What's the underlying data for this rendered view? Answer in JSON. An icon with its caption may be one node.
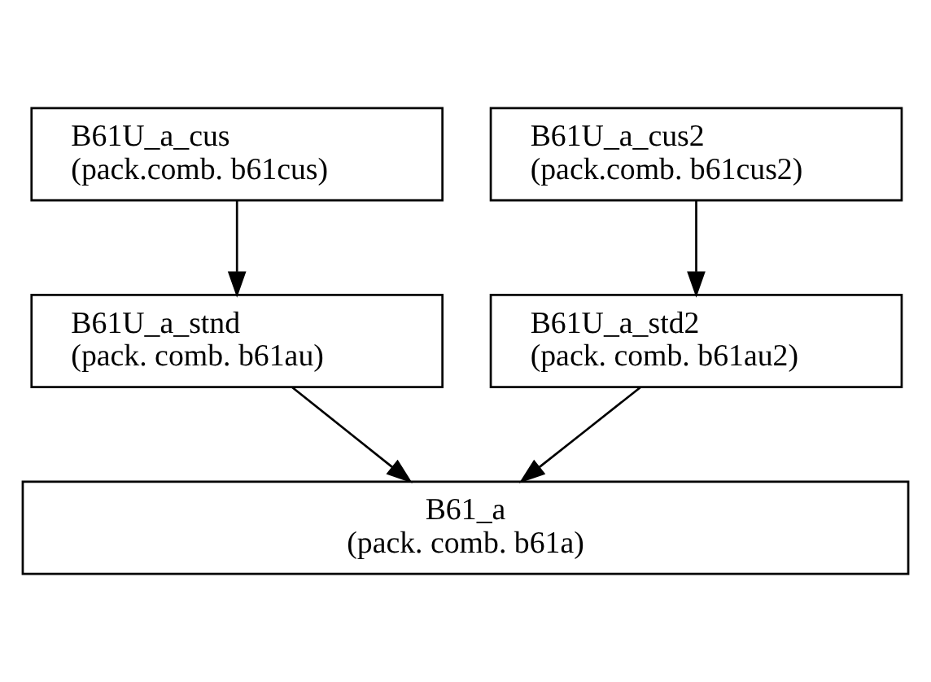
{
  "diagram": {
    "nodes": [
      {
        "text": [
          "B61U_a_cus",
          "(pack.comb. b61cus)"
        ]
      },
      {
        "text": [
          "B61U_a_cus2",
          "(pack.comb. b61cus2)"
        ]
      },
      {
        "text": [
          "B61U_a_stnd",
          "(pack. comb. b61au)"
        ]
      },
      {
        "text": [
          "B61U_a_std2",
          "(pack. comb. b61au2)"
        ]
      },
      {
        "text": [
          "B61_a",
          "(pack. comb. b61a)"
        ]
      }
    ],
    "edges": [
      {
        "from": 0,
        "to": 2,
        "arrow": "to"
      },
      {
        "from": 1,
        "to": 3,
        "arrow": "to"
      },
      {
        "from": 2,
        "to": 4,
        "arrow": "to"
      },
      {
        "from": 3,
        "to": 4,
        "arrow": "to"
      }
    ]
  }
}
